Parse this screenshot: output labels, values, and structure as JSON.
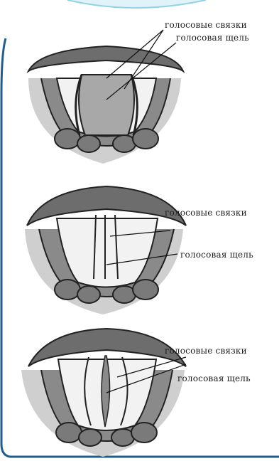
{
  "figures": [
    {
      "cords_label": "голосовые связки",
      "glottis_label": "голосовая щель"
    },
    {
      "cords_label": "голосовые связки",
      "glottis_label": "голосовая щель"
    },
    {
      "cords_label": "голосовые связки",
      "glottis_label": "голосовая щель"
    }
  ]
}
